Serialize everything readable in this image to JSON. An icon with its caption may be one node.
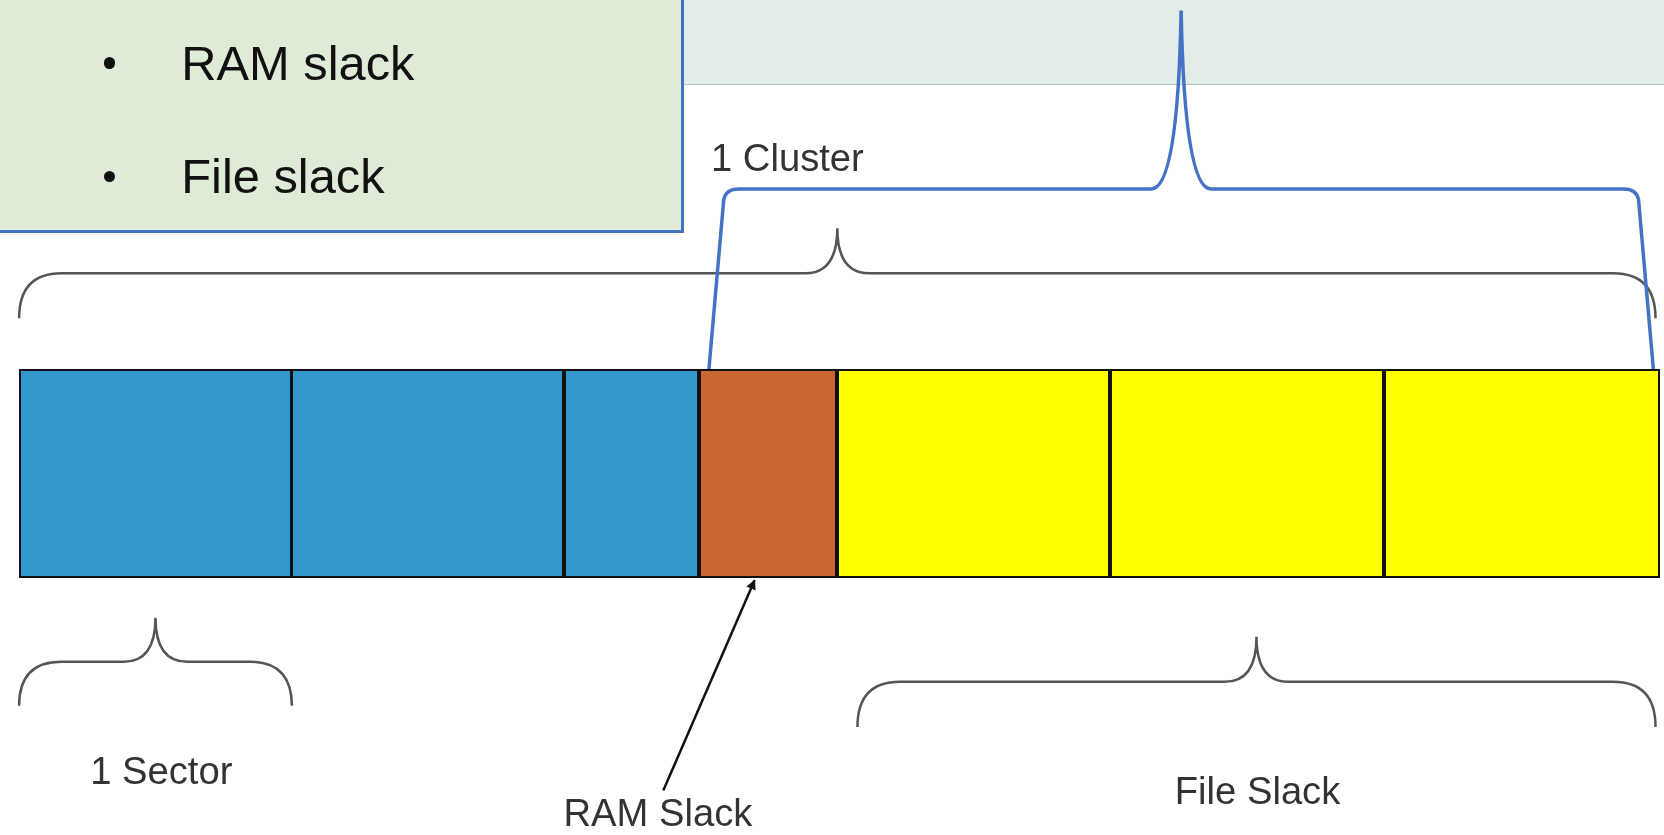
{
  "diagram": {
    "nodes": [
      {
        "text": [
          "RAM slack",
          "File slack"
        ]
      },
      {
        "text": [],
        "shape": "box"
      },
      {
        "text": [],
        "shape": "box"
      },
      {
        "text": [],
        "shape": "box"
      },
      {
        "text": [],
        "shape": "box"
      },
      {
        "text": [],
        "shape": "box"
      },
      {
        "text": [],
        "shape": "box"
      },
      {
        "text": [],
        "shape": "box"
      },
      {
        "text": [
          "RAM Slack"
        ]
      }
    ],
    "edges": [
      {
        "from": 8,
        "to": 4,
        "arrow": "to"
      }
    ],
    "labels": [
      "1 Cluster",
      "1 Sector",
      "File Slack"
    ]
  }
}
